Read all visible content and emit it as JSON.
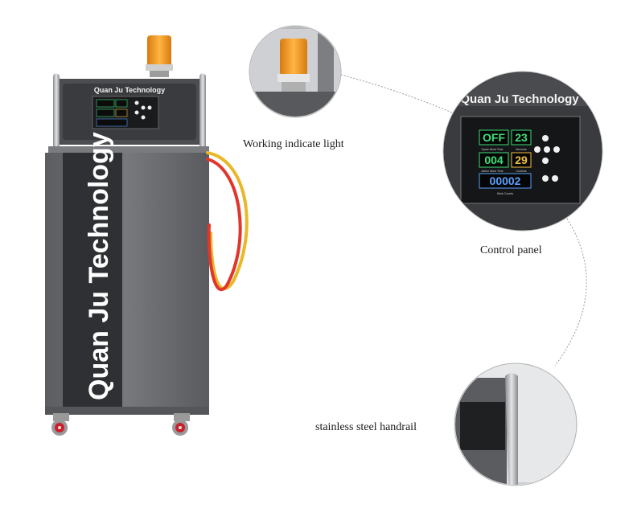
{
  "brand": {
    "name": "Quan Ju Technology"
  },
  "panel": {
    "display1_left": "OFF",
    "display1_right": "23",
    "display2_left": "004",
    "display2_right": "29",
    "display3": "00002",
    "label1": "Spare Work Time",
    "label1b": "Seconds",
    "label2": "Action Work Time",
    "label2b": "Controls",
    "label3": "Work Counts"
  },
  "captions": {
    "light": "Working indicate light",
    "panel": "Control panel",
    "handrail": "stainless steel handrail"
  },
  "colors": {
    "body": "#6e6f73",
    "dark_strip": "#2f3033",
    "beacon": "#f39a1e",
    "hose_red": "#e0362c",
    "hose_yellow": "#e9b82a",
    "digit_green": "#3ee07a",
    "digit_yellow": "#f0c040",
    "digit_blue": "#5aa0ff"
  }
}
